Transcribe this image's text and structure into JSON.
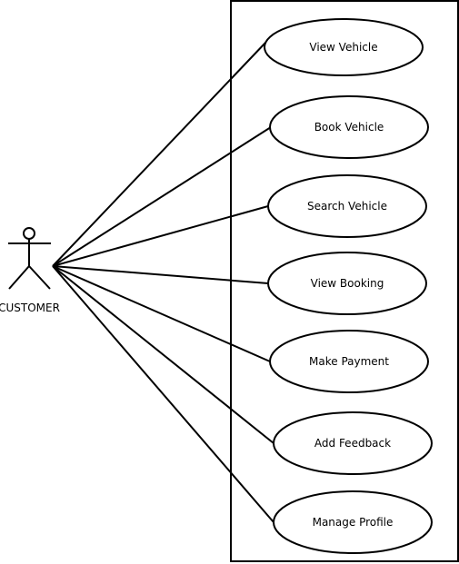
{
  "actor": {
    "name": "CUSTOMER"
  },
  "use_cases": [
    {
      "id": "view-vehicle",
      "label": "View Vehicle"
    },
    {
      "id": "book-vehicle",
      "label": "Book Vehicle"
    },
    {
      "id": "search-vehicle",
      "label": "Search Vehicle"
    },
    {
      "id": "view-booking",
      "label": "View Booking"
    },
    {
      "id": "make-payment",
      "label": "Make Payment"
    },
    {
      "id": "add-feedback",
      "label": "Add Feedback"
    },
    {
      "id": "manage-profile",
      "label": "Manage Profile"
    }
  ],
  "associations": [
    {
      "from": "CUSTOMER",
      "to": "View Vehicle"
    },
    {
      "from": "CUSTOMER",
      "to": "Book Vehicle"
    },
    {
      "from": "CUSTOMER",
      "to": "Search Vehicle"
    },
    {
      "from": "CUSTOMER",
      "to": "View Booking"
    },
    {
      "from": "CUSTOMER",
      "to": "Make Payment"
    },
    {
      "from": "CUSTOMER",
      "to": "Add Feedback"
    },
    {
      "from": "CUSTOMER",
      "to": "Manage Profile"
    }
  ]
}
